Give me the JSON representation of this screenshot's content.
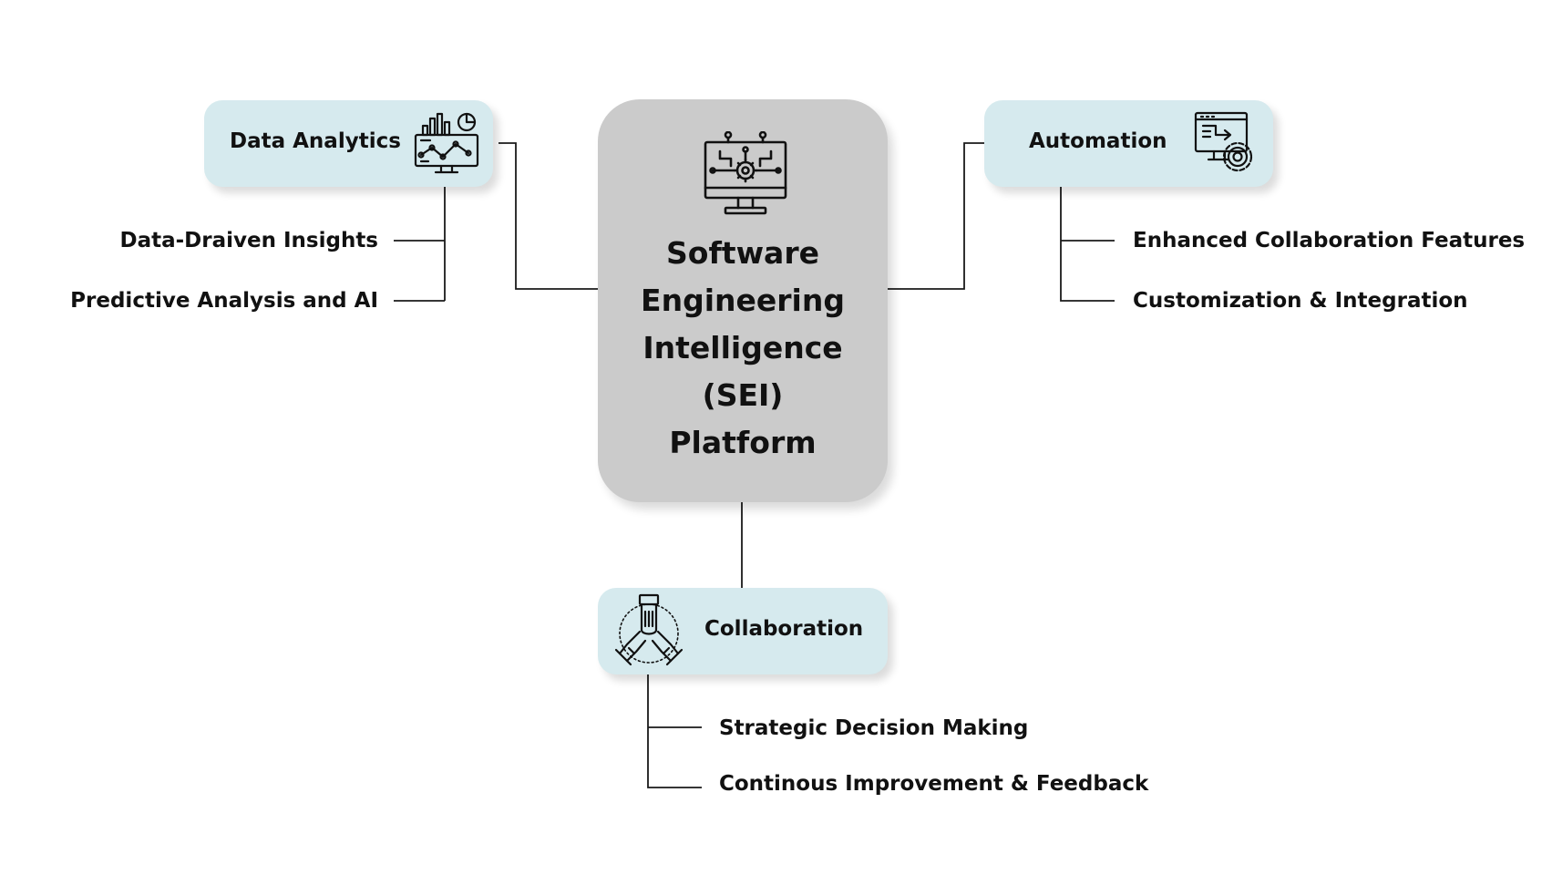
{
  "diagram": {
    "center": {
      "title_lines": [
        "Software",
        "Engineering",
        "Intelligence",
        "(SEI)",
        "Platform"
      ],
      "icon": "computer-gear-circuit-icon"
    },
    "nodes": {
      "data_analytics": {
        "label": "Data Analytics",
        "icon": "analytics-monitor-icon",
        "items": [
          "Data-Draiven Insights",
          "Predictive Analysis and AI"
        ]
      },
      "automation": {
        "label": "Automation",
        "icon": "monitor-gear-icon",
        "items": [
          "Enhanced Collaboration Features",
          "Customization & Integration"
        ]
      },
      "collaboration": {
        "label": "Collaboration",
        "icon": "teamwork-hands-icon",
        "items": [
          "Strategic Decision Making",
          "Continous Improvement & Feedback"
        ]
      }
    },
    "colors": {
      "node_fill": "#d6eaee",
      "center_fill": "#cbcbcb",
      "line": "#1a1a1a",
      "text": "#111111"
    }
  }
}
